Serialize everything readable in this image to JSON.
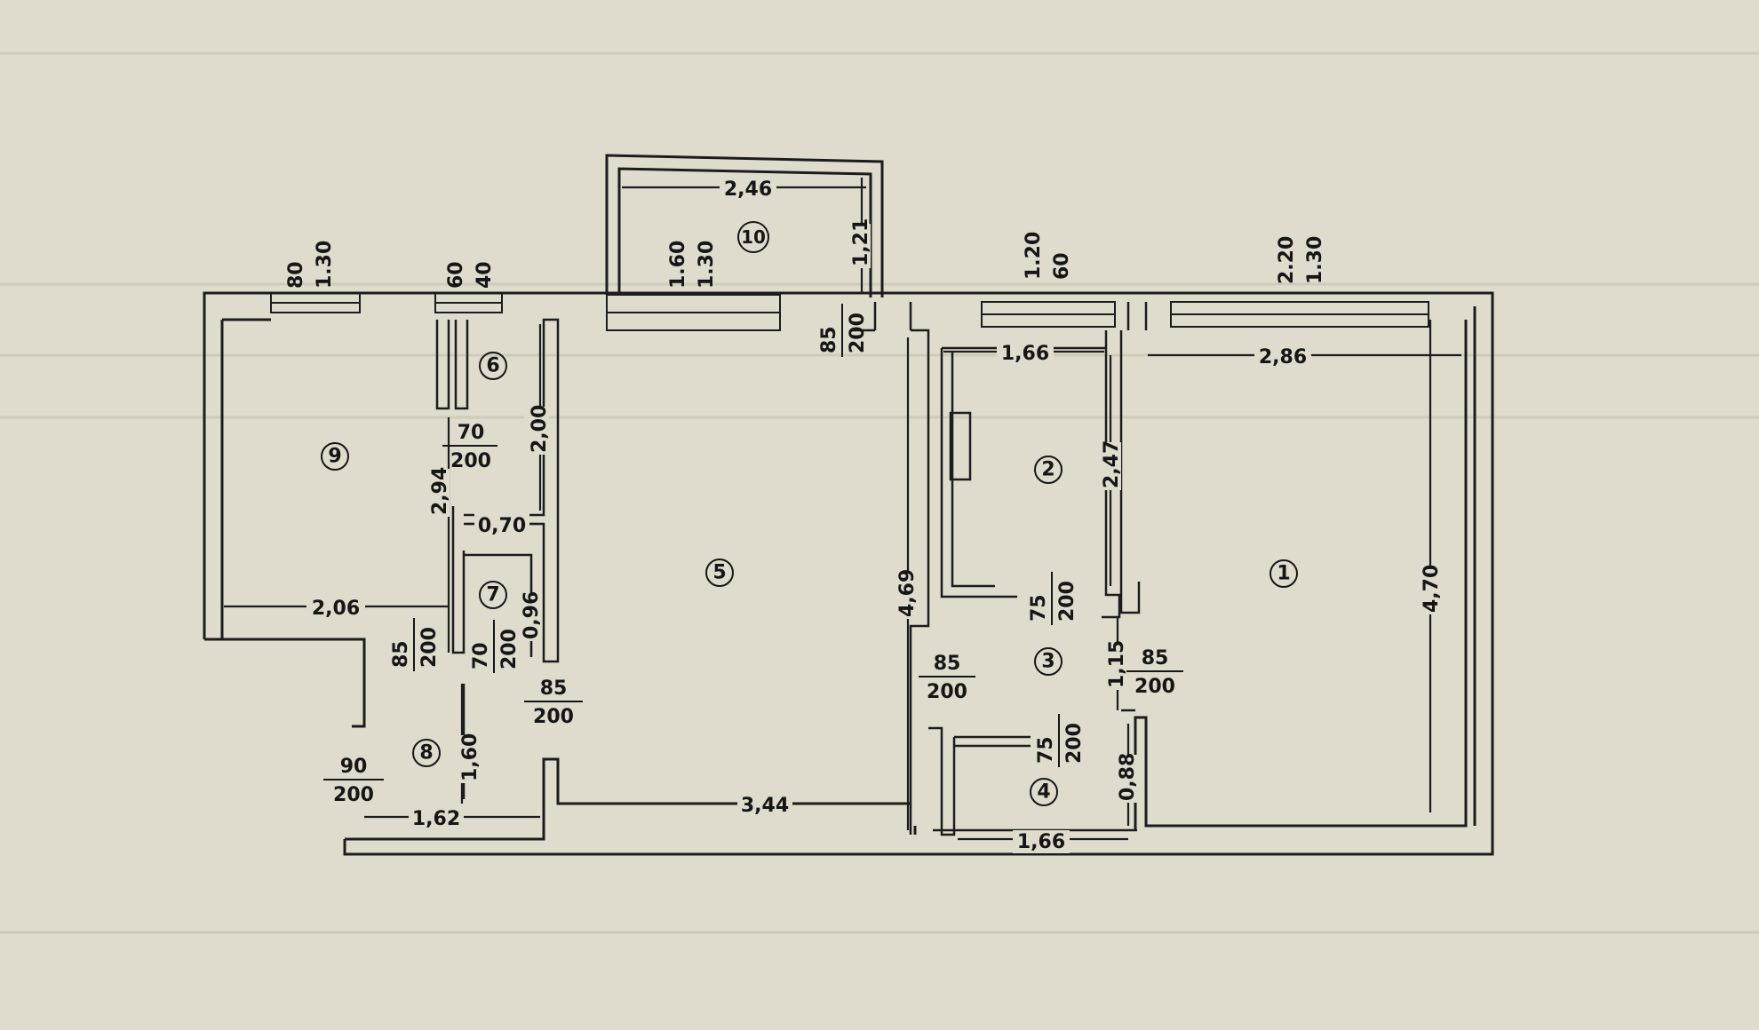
{
  "rooms": [
    "1",
    "2",
    "3",
    "4",
    "5",
    "6",
    "7",
    "8",
    "9",
    "10"
  ],
  "windows": [
    {
      "w": "80",
      "h": "1.30"
    },
    {
      "w": "60",
      "h": "40"
    },
    {
      "w": "1.60",
      "h": "1.30"
    },
    {
      "w": "1.20",
      "h": "60"
    },
    {
      "w": "2.20",
      "h": "1.30"
    }
  ],
  "dimensions": {
    "balcony_width": "2,46",
    "balcony_depth": "1,21",
    "room2_width": "1,66",
    "room1_width": "2,86",
    "room2_depth": "2,47",
    "room1_depth": "4,70",
    "room5_depth": "4,69",
    "room6_depth": "2,00",
    "room9_depth": "2,94",
    "room6_width": "0,70",
    "room7_depth": "0,96",
    "room9_width": "2,06",
    "room3_depth": "1,15",
    "room4_depth": "0,88",
    "room8_depth": "1,60",
    "room8_width": "1,62",
    "room5_width": "3,44",
    "room4_width": "1,66"
  },
  "doors": [
    {
      "w": "85",
      "h": "200"
    },
    {
      "w": "70",
      "h": "200"
    },
    {
      "w": "85",
      "h": "200"
    },
    {
      "w": "70",
      "h": "200"
    },
    {
      "w": "85",
      "h": "200"
    },
    {
      "w": "90",
      "h": "200"
    },
    {
      "w": "75",
      "h": "200"
    },
    {
      "w": "85",
      "h": "200"
    },
    {
      "w": "85",
      "h": "200"
    },
    {
      "w": "75",
      "h": "200"
    }
  ]
}
